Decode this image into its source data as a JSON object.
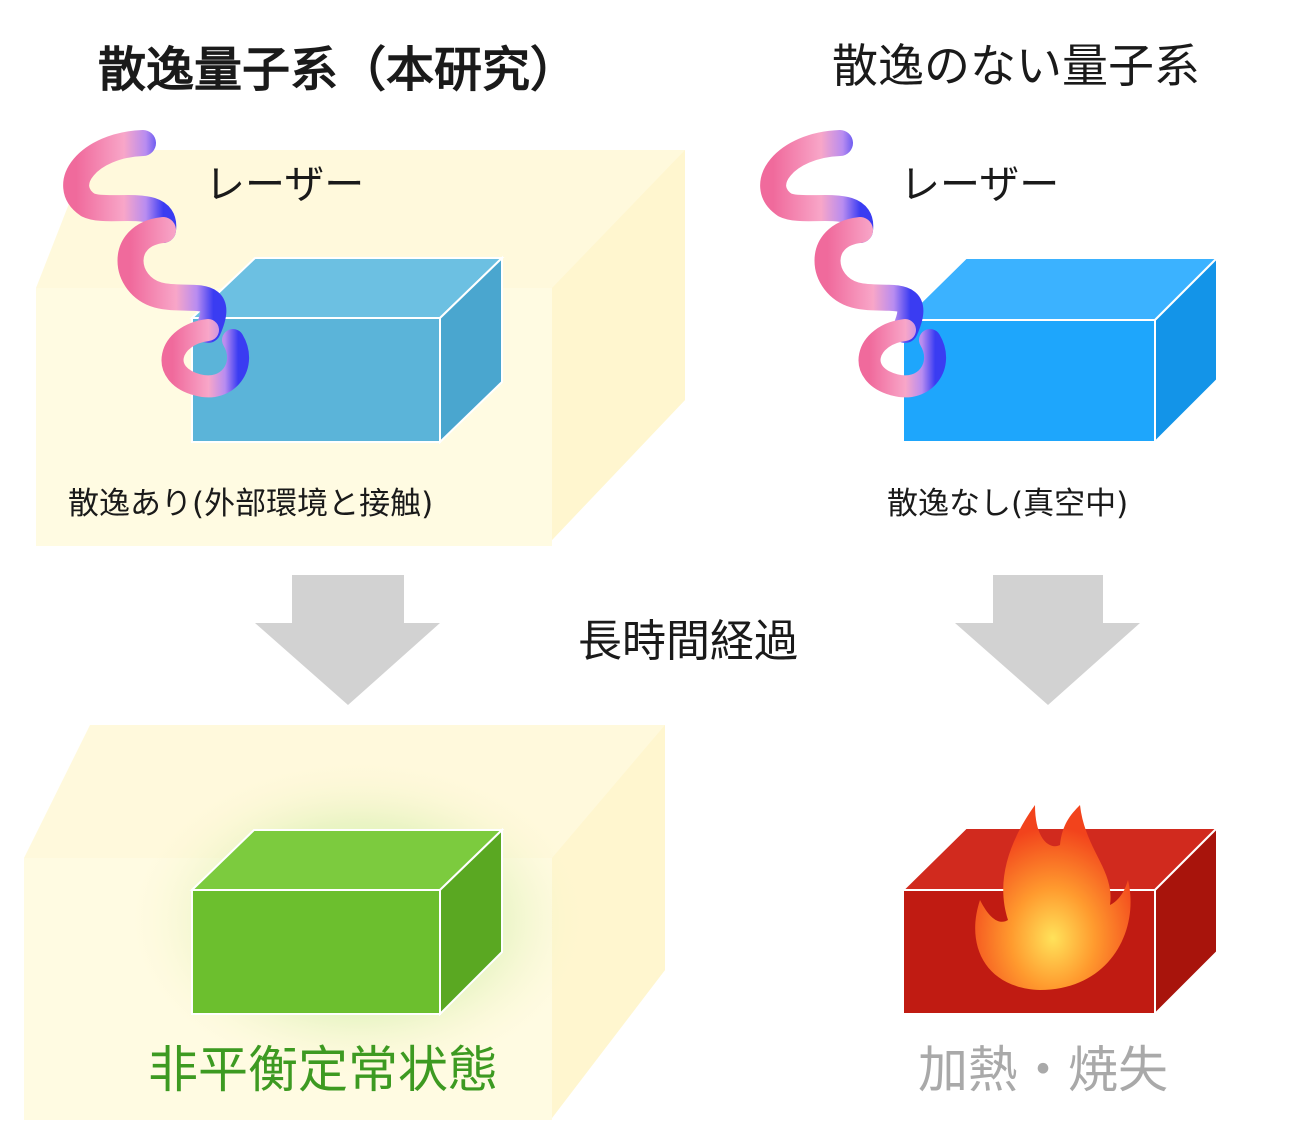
{
  "titles": {
    "dissipative": "散逸量子系（本研究）",
    "non_dissipative": "散逸のない量子系"
  },
  "laser_label": "レーザー",
  "captions": {
    "with_dissipation": "散逸あり(外部環境と接触)",
    "without_dissipation": "散逸なし(真空中)"
  },
  "time_label": "長時間経過",
  "results": {
    "steady_state": "非平衡定常状態",
    "heating": "加熱・焼失"
  },
  "colors": {
    "environment": "#fffbe0",
    "system_in_env": "#5bb4d9",
    "system_vacuum": "#1ea6fc",
    "steady_state": "#6cbf2e",
    "heated": "#c01b12",
    "arrow": "#d2d2d2"
  },
  "icons": [
    "laser-helix-icon",
    "flame-icon"
  ]
}
